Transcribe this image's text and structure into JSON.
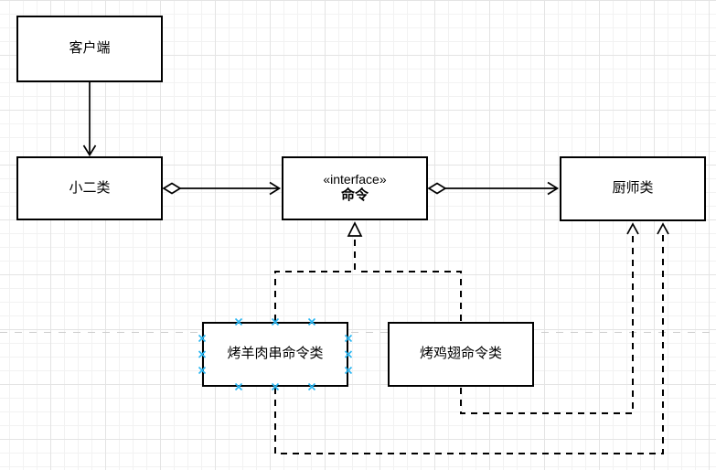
{
  "diagram": {
    "type": "uml-class-diagram",
    "nodes": {
      "client": {
        "label": "客户端"
      },
      "waiter": {
        "label": "小二类"
      },
      "command_interface": {
        "stereotype": "«interface»",
        "label": "命令"
      },
      "chef": {
        "label": "厨师类"
      },
      "lamb_skewer_command": {
        "label": "烤羊肉串命令类"
      },
      "chicken_wing_command": {
        "label": "烤鸡翅命令类"
      }
    },
    "edges": {
      "client_to_waiter": "directed-association",
      "waiter_to_command": "aggregation",
      "command_to_chef": "aggregation",
      "lamb_to_command": "realization",
      "chicken_to_command": "realization",
      "lamb_to_chef": "dependency",
      "chicken_to_chef": "dependency"
    },
    "colors": {
      "canvas_bg": "#ffffff",
      "node_fill": "#ffffff",
      "node_stroke": "#000000",
      "edge_stroke": "#000000",
      "connection_point": "#29b6f2",
      "page_boundary": "#cccccc",
      "grid_minor": "#f2f2f2",
      "grid_major": "#e4e4e4"
    }
  }
}
